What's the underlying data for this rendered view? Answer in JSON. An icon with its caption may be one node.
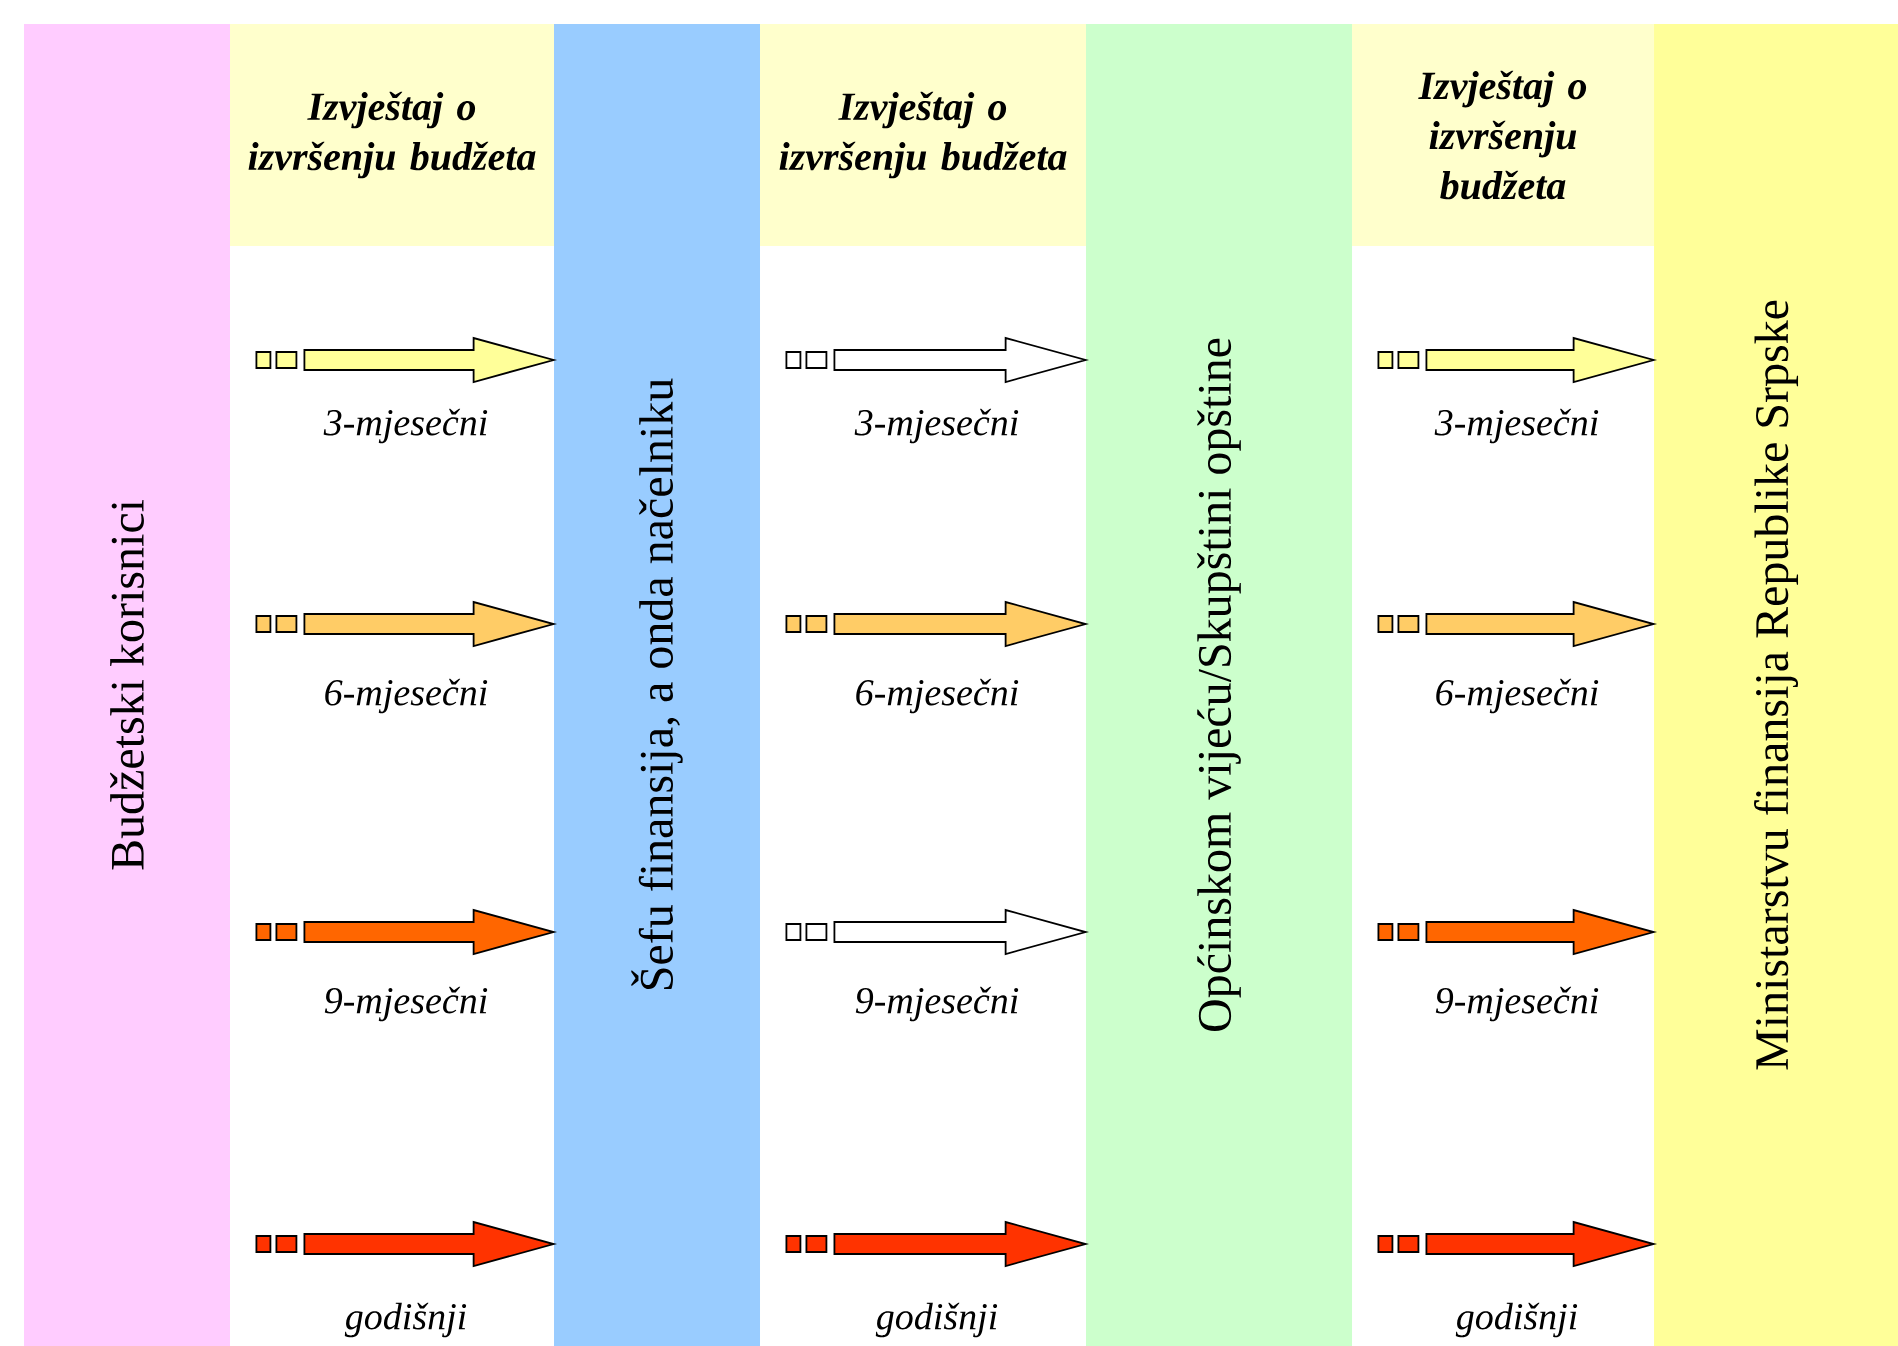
{
  "diagram": {
    "nodes": [
      {
        "text": [
          "Budžetski korisnici"
        ]
      },
      {
        "text": [
          "Izvještaj o izvršenju budžeta"
        ]
      },
      {
        "text": [
          "Šefu finansija, a onda načelniku"
        ]
      },
      {
        "text": [
          "Izvještaj o izvršenju budžeta"
        ]
      },
      {
        "text": [
          "Općinskom vijeću/Skupštini opštine"
        ]
      },
      {
        "text": [
          "Izvještaj o izvršenju budžeta"
        ]
      },
      {
        "text": [
          "Ministarstvu finansija Republike Srpske"
        ]
      }
    ],
    "edges": [
      {
        "from": 0,
        "to": 2,
        "arrow": "to",
        "label": "3-mjesečni",
        "color": "#ffff99"
      },
      {
        "from": 2,
        "to": 4,
        "arrow": "to",
        "label": "3-mjesečni",
        "color": "#ffffff"
      },
      {
        "from": 4,
        "to": 6,
        "arrow": "to",
        "label": "3-mjesečni",
        "color": "#ffff99"
      },
      {
        "from": 0,
        "to": 2,
        "arrow": "to",
        "label": "6-mjesečni",
        "color": "#ffcc66"
      },
      {
        "from": 2,
        "to": 4,
        "arrow": "to",
        "label": "6-mjesečni",
        "color": "#ffcc66"
      },
      {
        "from": 4,
        "to": 6,
        "arrow": "to",
        "label": "6-mjesečni",
        "color": "#ffcc66"
      },
      {
        "from": 0,
        "to": 2,
        "arrow": "to",
        "label": "9-mjesečni",
        "color": "#ff6600"
      },
      {
        "from": 2,
        "to": 4,
        "arrow": "to",
        "label": "9-mjesečni",
        "color": "#ffffff"
      },
      {
        "from": 4,
        "to": 6,
        "arrow": "to",
        "label": "9-mjesečni",
        "color": "#ff6600"
      },
      {
        "from": 0,
        "to": 2,
        "arrow": "to",
        "label": "godišnji",
        "color": "#ff3300"
      },
      {
        "from": 2,
        "to": 4,
        "arrow": "to",
        "label": "godišnji",
        "color": "#ff3300"
      },
      {
        "from": 4,
        "to": 6,
        "arrow": "to",
        "label": "godišnji",
        "color": "#ff3300"
      }
    ]
  }
}
